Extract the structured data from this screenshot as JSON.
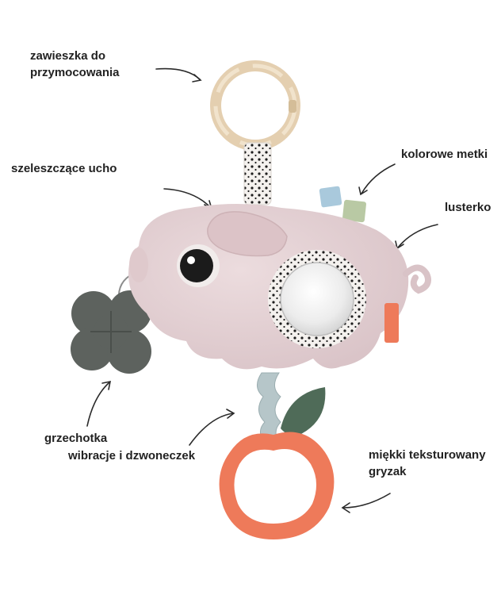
{
  "labels": {
    "hanger": {
      "line1": "zawieszka do",
      "line2": "przymocowania"
    },
    "crinkle_ear": "szeleszczące ucho",
    "colored_tags": "kolorowe metki",
    "mirror": "lusterko",
    "rattle": "grzechotka",
    "vibration_bell": "wibracje i dzwoneczek",
    "teether": {
      "line1": "miękki teksturowany",
      "line2": "gryzak"
    }
  },
  "colors": {
    "text": "#222222",
    "plush_pink": "#e6d3d6",
    "ring_wood": "#e9d7bb",
    "teether_orange": "#ee7a5a",
    "leaf_green": "#4f6b58",
    "rattle_grey": "#5d625e",
    "tag_blue": "#a9c9dc",
    "tag_sage": "#b9c9a4"
  }
}
